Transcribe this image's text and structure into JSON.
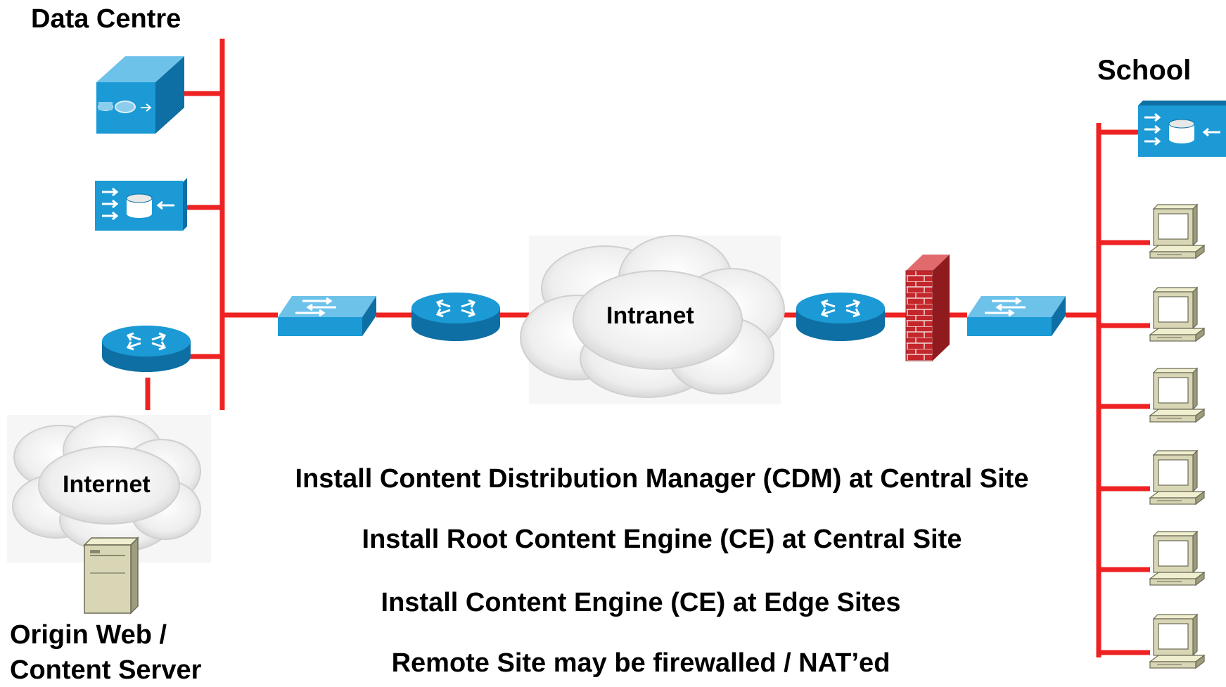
{
  "sites": {
    "data_centre": "Data Centre",
    "school": "School"
  },
  "clouds": {
    "intranet": "Intranet",
    "internet": "Internet"
  },
  "origin_server": {
    "line1": "Origin Web /",
    "line2": "Content Server"
  },
  "notes": [
    "Install Content Distribution Manager (CDM) at Central Site",
    "Install Root Content Engine (CE) at Central Site",
    "Install Content Engine (CE) at Edge Sites",
    "Remote Site may be firewalled / NAT’ed"
  ],
  "colors": {
    "link": "#ee2222",
    "device_blue": "#1b9ad6",
    "device_dark": "#0d6fa3",
    "firewall": "#c0262a",
    "pc_beige": "#d9d6b6"
  },
  "icons": {
    "cdm": "content-distribution-manager-icon",
    "ce": "content-engine-icon",
    "router": "router-icon",
    "switch": "switch-icon",
    "firewall": "firewall-icon",
    "workstation": "workstation-icon",
    "server": "server-icon",
    "cloud": "cloud-icon"
  }
}
